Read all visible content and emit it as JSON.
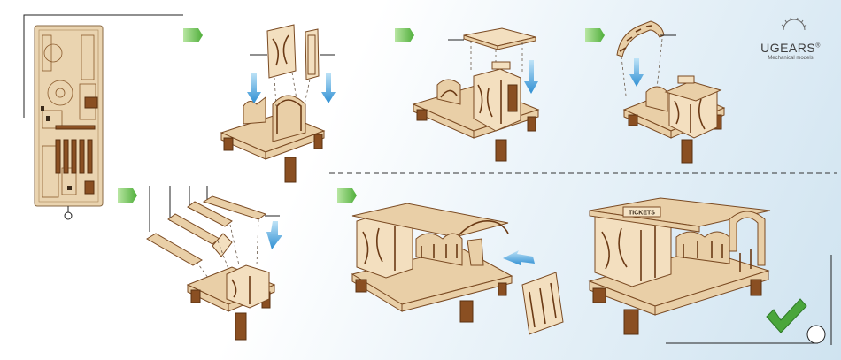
{
  "brand": {
    "name": "UGEARS",
    "registered": "®",
    "tagline": "Mechanical models"
  },
  "build_sign": {
    "text": "TICKETS"
  },
  "colors": {
    "wood": "#e9cfa7",
    "wood_dark": "#8a4f22",
    "arrow_blue": "#3a9ad9",
    "arrow_green": "#5dbb46",
    "checkmark": "#4aa63b"
  },
  "icons": [
    "step-arrow-icon",
    "down-arrow-icon",
    "left-arrow-icon",
    "checkmark-icon",
    "gear-logo-icon"
  ]
}
